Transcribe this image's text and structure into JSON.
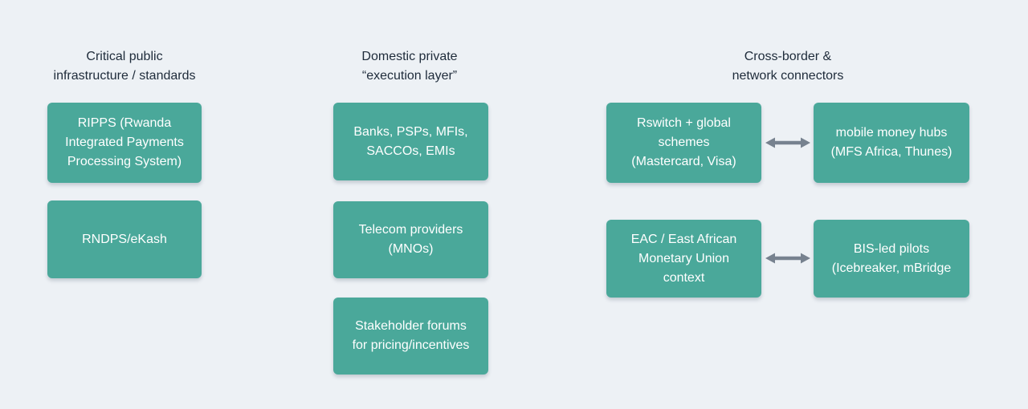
{
  "colors": {
    "canvas-bg": "#edf1f5",
    "box-fill": "#4aa89a",
    "box-text": "#ffffff",
    "header-text": "#1e2b3a",
    "arrow": "#77828f"
  },
  "columns": [
    {
      "header": [
        "Critical public",
        "infrastructure / standards"
      ],
      "boxes": [
        {
          "label": [
            "RIPPS (Rwanda",
            "Integrated Payments",
            "Processing System)"
          ]
        },
        {
          "label": [
            "RNDPS/eKash"
          ]
        }
      ]
    },
    {
      "header": [
        "Domestic private",
        "“execution layer”"
      ],
      "boxes": [
        {
          "label": [
            "Banks, PSPs, MFIs,",
            "SACCOs, EMIs"
          ]
        },
        {
          "label": [
            "Telecom providers",
            "(MNOs)"
          ]
        },
        {
          "label": [
            "Stakeholder forums",
            "for pricing/incentives"
          ]
        }
      ]
    },
    {
      "header": [
        "Cross-border &",
        "network connectors"
      ],
      "rows": [
        {
          "left": {
            "label": [
              "Rswitch + global",
              "schemes",
              "(Mastercard, Visa)"
            ]
          },
          "right": {
            "label": [
              "mobile money hubs",
              "(MFS Africa, Thunes)"
            ]
          },
          "connector": "bidirectional-arrow"
        },
        {
          "left": {
            "label": [
              "EAC / East African",
              "Monetary Union",
              "context"
            ]
          },
          "right": {
            "label": [
              "BIS-led pilots",
              "(Icebreaker, mBridge"
            ]
          },
          "connector": "bidirectional-arrow"
        }
      ]
    }
  ]
}
